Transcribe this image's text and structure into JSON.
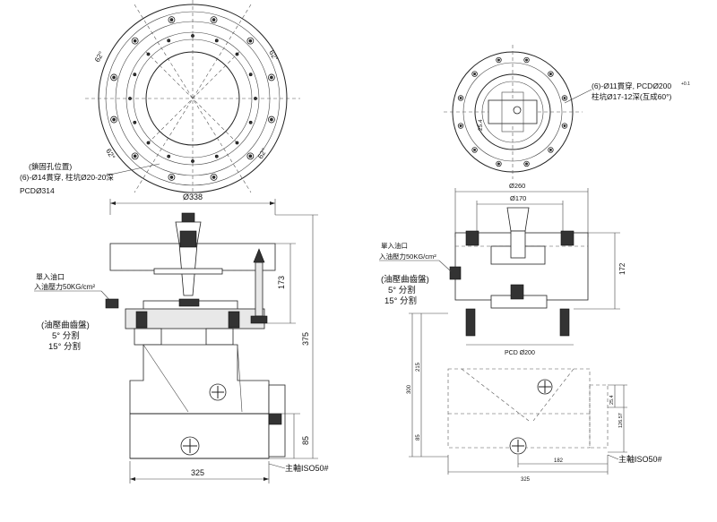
{
  "left_view": {
    "angle_labels": [
      "62°",
      "62°",
      "62°",
      "62°"
    ],
    "note_position": "(鎖固孔位置)",
    "note_holes": "(6)-Ø14貫穿, 柱坑Ø20-20深",
    "pcd": "PCDØ314",
    "dim_width_top": "Ø338",
    "dim_173": "173",
    "dim_375": "375",
    "dim_85": "85",
    "dim_325": "325",
    "oil_inlet": "單入油口",
    "oil_pressure": "入油壓力50KG/cm²",
    "gear_plate": "(油壓曲齒盤)",
    "division_5": "5° 分割",
    "division_15": "15° 分割",
    "spindle": "主軸ISO50#"
  },
  "right_view": {
    "note_holes_1": "(6)-Ø11貫穿, PCDØ200",
    "note_tol": "+0.1",
    "note_holes_2": "柱坑Ø17-12深(互成60°)",
    "dim_254": "25.4",
    "dim_260": "Ø260",
    "dim_170": "Ø170",
    "dim_172": "172",
    "pcd200": "PCD Ø200",
    "dim_215": "215",
    "dim_300": "300",
    "dim_85": "85",
    "dim_254b": "25.4",
    "dim_12657": "126.57",
    "dim_182": "182",
    "dim_325": "325",
    "oil_inlet": "單入油口",
    "oil_pressure": "入油壓力50KG/cm²",
    "gear_plate": "(油壓曲齒盤)",
    "division_5": "5° 分割",
    "division_15": "15° 分割",
    "spindle": "主軸ISO50#"
  }
}
